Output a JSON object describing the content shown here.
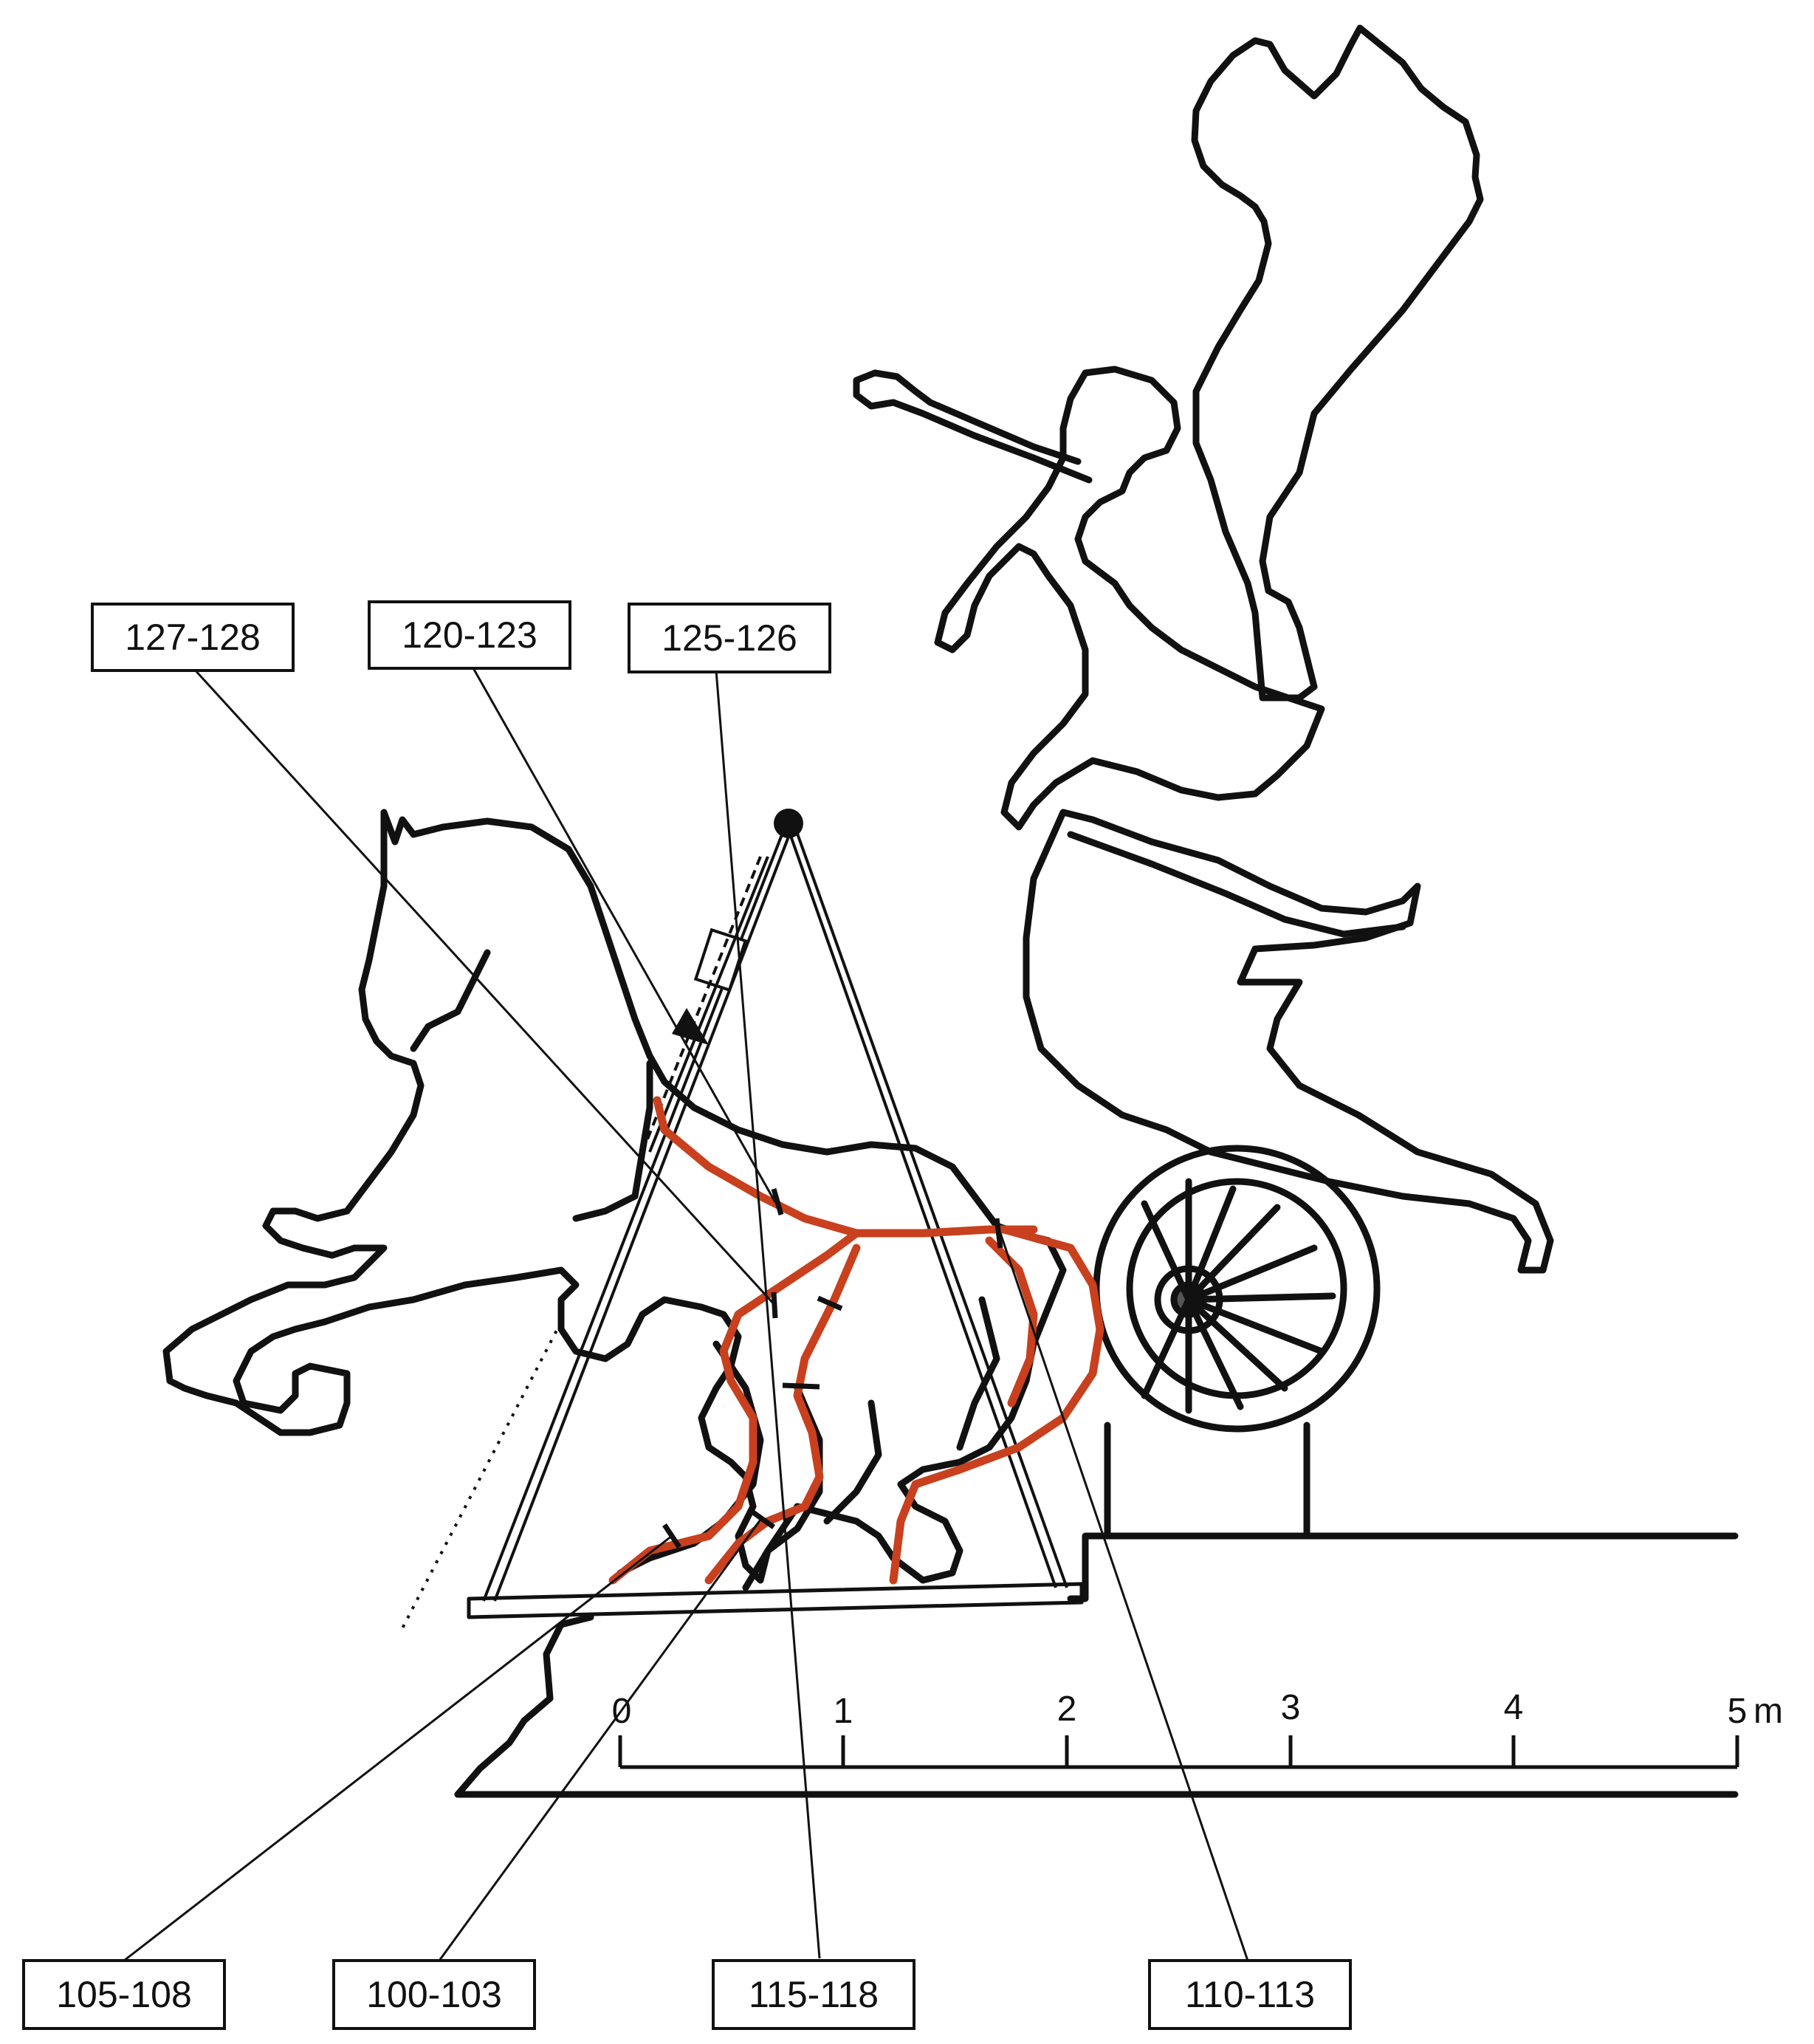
{
  "labels": {
    "l127": "127-128",
    "l120": "120-123",
    "l125": "125-126",
    "l105": "105-108",
    "l100": "100-103",
    "l115": "115-118",
    "l110": "110-113"
  },
  "scale": {
    "ticks": [
      "0",
      "1",
      "2",
      "3",
      "4",
      "5"
    ],
    "unit": "m"
  },
  "colors": {
    "outline": "#111111",
    "cable": "#c8401e"
  }
}
